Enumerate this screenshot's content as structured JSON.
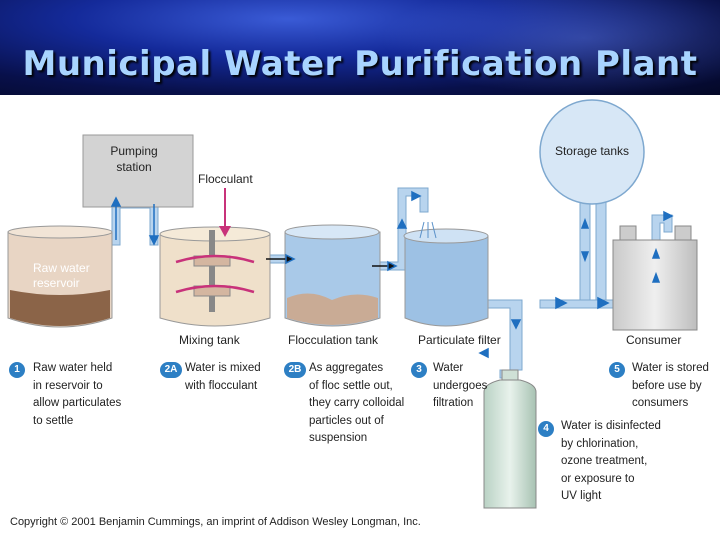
{
  "title": "Municipal Water Purification Plant",
  "labels": {
    "pumping_station": [
      "Pumping",
      "station"
    ],
    "flocculant": "Flocculant",
    "storage_tanks": "Storage tanks",
    "raw_water_reservoir": [
      "Raw water",
      "reservoir"
    ],
    "mixing_tank": "Mixing tank",
    "flocculation_tank": "Flocculation tank",
    "particulate_filter": "Particulate filter",
    "consumer": "Consumer"
  },
  "steps": [
    {
      "badge": "1",
      "text": [
        "Raw water held",
        "in reservoir to",
        "allow particulates",
        "to settle"
      ]
    },
    {
      "badge": "2A",
      "text": [
        "Water is mixed",
        "with flocculant"
      ]
    },
    {
      "badge": "2B",
      "text": [
        "As aggregates",
        "of floc settle out,",
        "they carry colloidal",
        "particles out of",
        "suspension"
      ]
    },
    {
      "badge": "3",
      "text": [
        "Water",
        "undergoes",
        "filtration"
      ]
    },
    {
      "badge": "4",
      "text": [
        "Water is disinfected",
        "by chlorination,",
        "ozone treatment,",
        "or exposure to",
        "UV light"
      ]
    },
    {
      "badge": "5",
      "text": [
        "Water is stored",
        "before use by",
        "consumers"
      ]
    }
  ],
  "copyright": "Copyright © 2001 Benjamin Cummings, an imprint of Addison Wesley Longman, Inc.",
  "colors": {
    "water": "#a9c9e8",
    "pipe": "#b8d4ee",
    "flow_arrow": "#1f6fc0",
    "badge": "#2d7fc4",
    "flocculant_arrow": "#c8327a"
  }
}
